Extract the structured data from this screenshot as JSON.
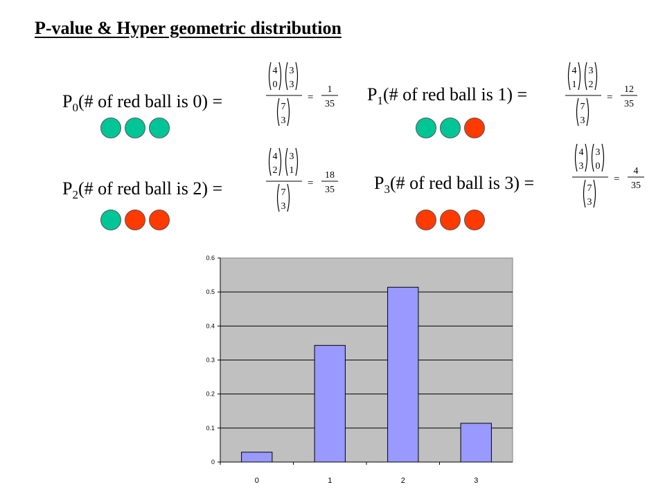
{
  "title": "P-value & Hyper geometric distribution",
  "equations": [
    {
      "p": "P",
      "sub": "0",
      "text": "(# of red ball is 0) =",
      "binom1": [
        "4",
        "0"
      ],
      "binom2": [
        "3",
        "3"
      ],
      "binom3": [
        "7",
        "3"
      ],
      "eqsign": "=",
      "num": "1",
      "den": "35",
      "balls": [
        "green",
        "green",
        "green"
      ]
    },
    {
      "p": "P",
      "sub": "1",
      "text": "(# of red ball is 1) =",
      "binom1": [
        "4",
        "1"
      ],
      "binom2": [
        "3",
        "2"
      ],
      "binom3": [
        "7",
        "3"
      ],
      "eqsign": "=",
      "num": "12",
      "den": "35",
      "balls": [
        "green",
        "green",
        "red"
      ]
    },
    {
      "p": "P",
      "sub": "2",
      "text": "(# of red ball is 2) =",
      "binom1": [
        "4",
        "2"
      ],
      "binom2": [
        "3",
        "1"
      ],
      "binom3": [
        "7",
        "3"
      ],
      "eqsign": "=",
      "num": "18",
      "den": "35",
      "balls": [
        "green",
        "red",
        "red"
      ]
    },
    {
      "p": "P",
      "sub": "3",
      "text": "(# of red ball is 3) =",
      "binom1": [
        "4",
        "3"
      ],
      "binom2": [
        "3",
        "0"
      ],
      "binom3": [
        "7",
        "3"
      ],
      "eqsign": "=",
      "num": "4",
      "den": "35",
      "balls": [
        "red",
        "red",
        "red"
      ]
    }
  ],
  "colors": {
    "green": "#00c596",
    "red": "#ff3a00",
    "bar": "#9999ff",
    "plot_bg": "#c0c0c0"
  },
  "chart_data": {
    "type": "bar",
    "categories": [
      "0",
      "1",
      "2",
      "3"
    ],
    "values": [
      0.029,
      0.343,
      0.514,
      0.114
    ],
    "ylim": [
      0,
      0.6
    ],
    "yticks": [
      "0",
      "0.1",
      "0.2",
      "0.3",
      "0.4",
      "0.5",
      "0.6"
    ],
    "grid": true
  }
}
